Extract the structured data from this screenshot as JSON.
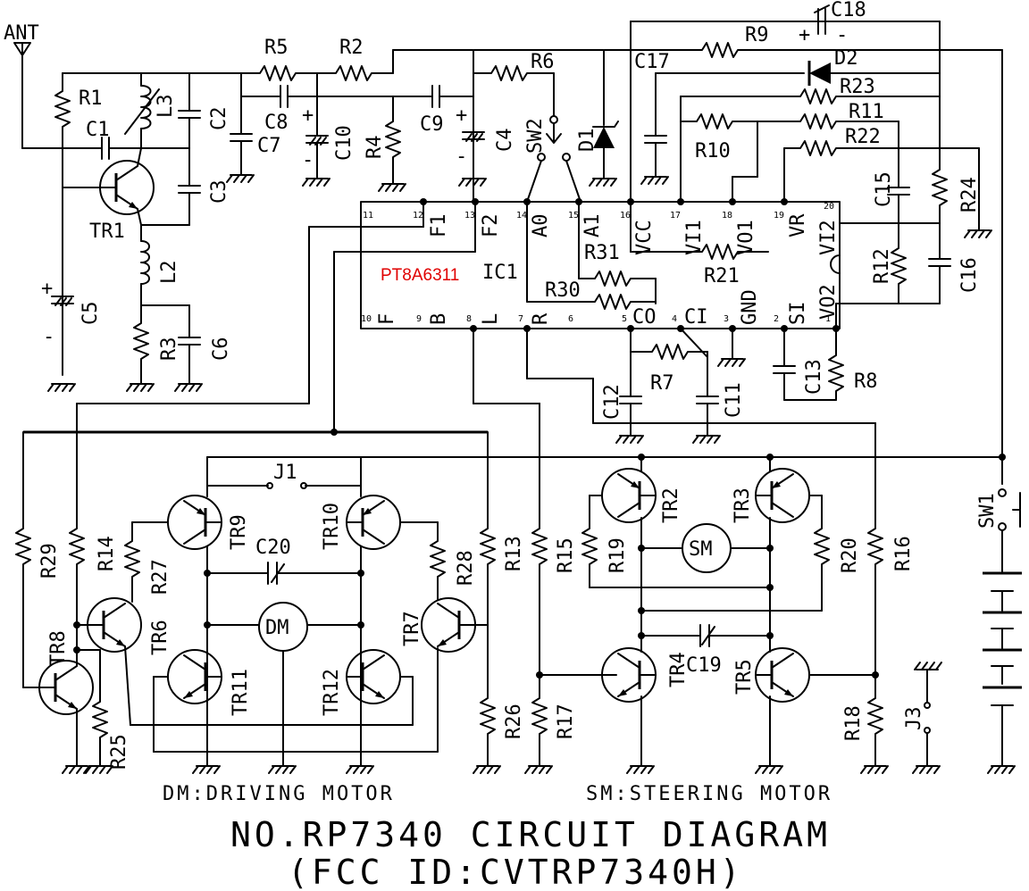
{
  "title": "NO.RP7340 CIRCUIT DIAGRAM",
  "subtitle": "(FCC ID:CVTRP7340H)",
  "captions": {
    "dm": "DM:DRIVING MOTOR",
    "sm": "SM:STEERING MOTOR"
  },
  "ic": {
    "name": "IC1",
    "part": "PT8A6311",
    "part_color": "#e00000"
  },
  "antenna": "ANT",
  "motors": {
    "dm": "DM",
    "sm": "SM"
  },
  "ic_pins": {
    "p11": "11",
    "p12": "12",
    "p13": "13",
    "p14": "14",
    "p15": "15",
    "p16": "16",
    "p17": "17",
    "p18": "18",
    "p19": "19",
    "p20": "20",
    "p10": "10",
    "p9": "9",
    "p8": "8",
    "p7": "7",
    "p6": "6",
    "p5": "5",
    "p4": "4",
    "p3": "3",
    "p2": "2",
    "p1": "1",
    "F1": "F1",
    "F2": "F2",
    "A0": "A0",
    "A1": "A1",
    "VCC": "VCC",
    "VI1": "VI1",
    "VO1": "VO1",
    "VR": "VR",
    "VI2": "VI2",
    "VO2": "VO2",
    "F": "F",
    "B": "B",
    "L": "L",
    "R": "R",
    "CO": "CO",
    "CI": "CI",
    "GND": "GND",
    "SI": "SI"
  },
  "labels": {
    "R1": "R1",
    "R2": "R2",
    "R3": "R3",
    "R4": "R4",
    "R5": "R5",
    "R6": "R6",
    "R7": "R7",
    "R8": "R8",
    "R9": "R9",
    "R10": "R10",
    "R11": "R11",
    "R12": "R12",
    "R13": "R13",
    "R14": "R14",
    "R15": "R15",
    "R16": "R16",
    "R17": "R17",
    "R18": "R18",
    "R19": "R19",
    "R20": "R20",
    "R21": "R21",
    "R22": "R22",
    "R23": "R23",
    "R24": "R24",
    "R25": "R25",
    "R26": "R26",
    "R27": "R27",
    "R28": "R28",
    "R29": "R29",
    "R30": "R30",
    "R31": "R31",
    "C1": "C1",
    "C2": "C2",
    "C3": "C3",
    "C4": "C4",
    "C5": "C5",
    "C6": "C6",
    "C7": "C7",
    "C8": "C8",
    "C9": "C9",
    "C10": "C10",
    "C11": "C11",
    "C12": "C12",
    "C13": "C13",
    "C15": "C15",
    "C16": "C16",
    "C17": "C17",
    "C18": "C18",
    "C19": "C19",
    "C20": "C20",
    "L2": "L2",
    "L3": "L3",
    "D1": "D1",
    "D2": "D2",
    "SW1": "SW1",
    "SW2": "SW2",
    "J1": "J1",
    "J3": "J3",
    "TR1": "TR1",
    "TR2": "TR2",
    "TR3": "TR3",
    "TR4": "TR4",
    "TR5": "TR5",
    "TR6": "TR6",
    "TR7": "TR7",
    "TR8": "TR8",
    "TR9": "TR9",
    "TR10": "TR10",
    "TR11": "TR11",
    "TR12": "TR12"
  },
  "signs": {
    "plus": "+",
    "minus": "-"
  }
}
